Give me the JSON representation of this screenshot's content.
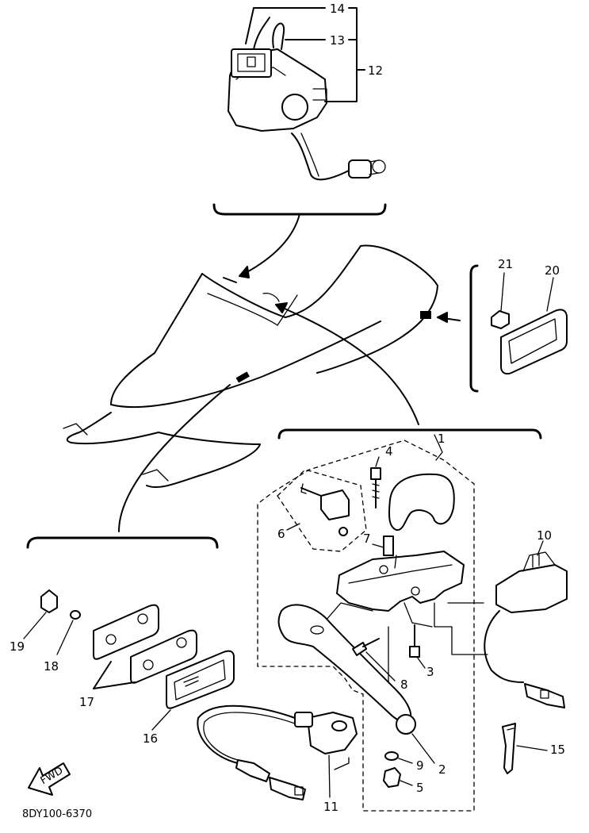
{
  "callouts": {
    "c1": "1",
    "c2": "2",
    "c3": "3",
    "c4": "4",
    "c5": "5",
    "c6": "6",
    "c7": "7",
    "c8": "8",
    "c9": "9",
    "c10": "10",
    "c11": "11",
    "c12": "12",
    "c13": "13",
    "c14": "14",
    "c15": "15",
    "c16": "16",
    "c17": "17",
    "c18": "18",
    "c19": "19",
    "c20": "20",
    "c21": "21"
  },
  "fwd_arrow_label": "FWD",
  "diagram_code": "8DY100-6370"
}
